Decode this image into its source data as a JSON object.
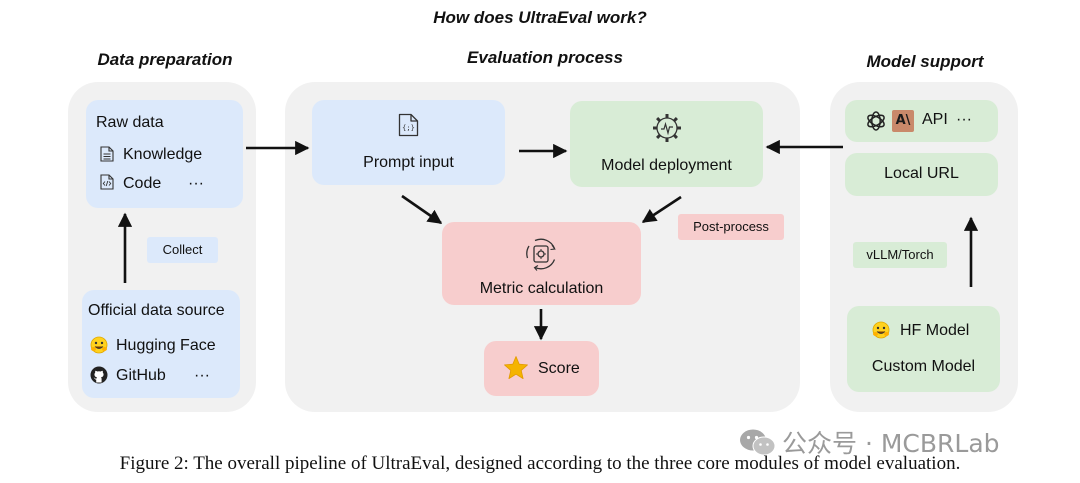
{
  "title": "How does UltraEval work?",
  "sections": {
    "data_preparation": "Data preparation",
    "evaluation_process": "Evaluation process",
    "model_support": "Model support"
  },
  "data_prep": {
    "raw_data_label": "Raw data",
    "knowledge": "Knowledge",
    "code": "Code",
    "more": "···",
    "collect": "Collect",
    "official_source_label": "Official data source",
    "hugging_face": "Hugging Face",
    "github": "GitHub",
    "more2": "···"
  },
  "eval": {
    "prompt_input": "Prompt input",
    "model_deployment": "Model deployment",
    "post_process": "Post-process",
    "metric_calculation": "Metric calculation",
    "score": "Score"
  },
  "model": {
    "anthropic_mark": "A\\",
    "api": "API",
    "api_more": "···",
    "local_url": "Local URL",
    "vllm_torch": "vLLM/Torch",
    "hf_model": "HF Model",
    "custom_model": "Custom Model"
  },
  "caption": "Figure 2: The overall pipeline of UltraEval, designed according to the three core modules of model evaluation.",
  "watermark": "公众号 · MCBRLab",
  "colors": {
    "blue_box": "#dce9fb",
    "green_box": "#d8ecd6",
    "pink_box": "#f7cdcd",
    "panel": "#f1f1f1",
    "star": "#f5b400"
  }
}
